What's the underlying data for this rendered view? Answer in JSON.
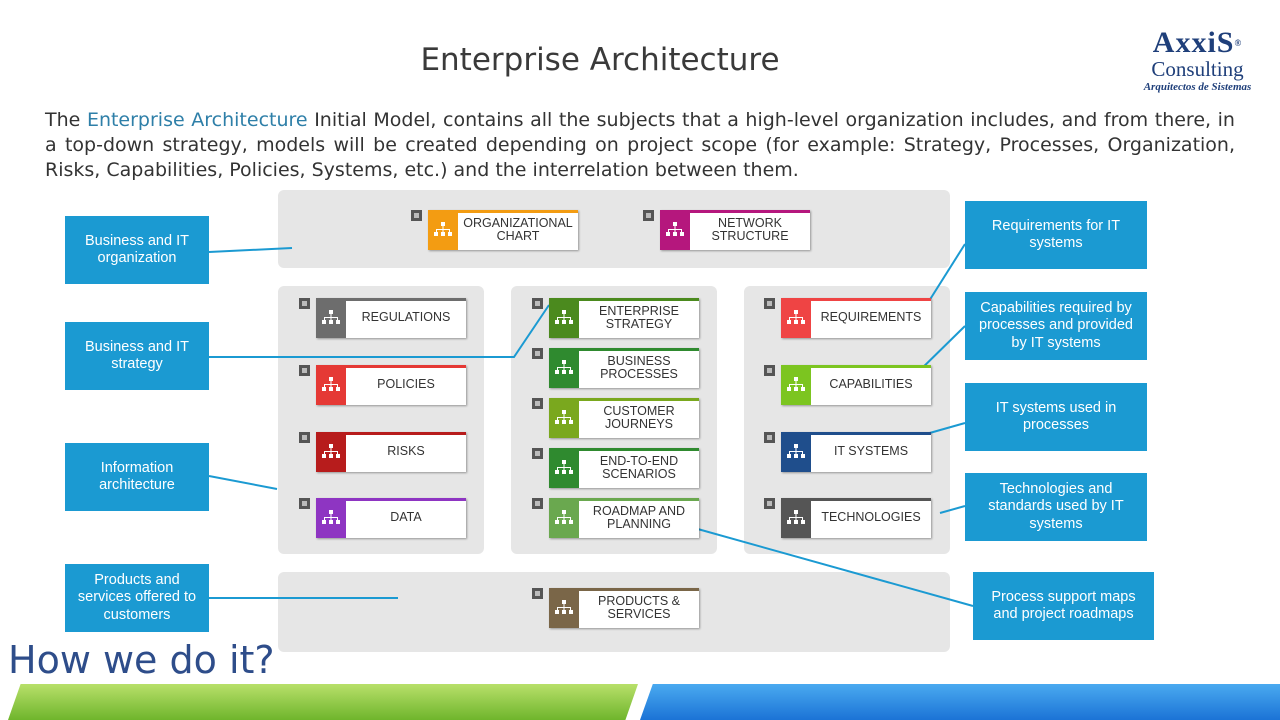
{
  "title": "Enterprise Architecture",
  "logo": {
    "line1": "AxxiS",
    "mark": "®",
    "line2": "Consulting",
    "line3": "Arquitectos de Sistemas"
  },
  "intro": {
    "before": "The ",
    "highlight": "Enterprise Architecture",
    "after": " Initial Model, contains all the subjects that a high-level organization includes, and from there, in a top-down strategy, models will be created depending on project scope (for example: Strategy, Processes, Organization, Risks, Capabilities, Policies, Systems, etc.) and the interrelation between them."
  },
  "cards": {
    "org_chart": {
      "label": "ORGANIZATIONAL CHART",
      "color": "#f39c12"
    },
    "network": {
      "label": "NETWORK STRUCTURE",
      "color": "#b5177d"
    },
    "regulations": {
      "label": "REGULATIONS",
      "color": "#6d6d6d"
    },
    "policies": {
      "label": "POLICIES",
      "color": "#e53935"
    },
    "risks": {
      "label": "RISKS",
      "color": "#b71c1c"
    },
    "data": {
      "label": "DATA",
      "color": "#8e35c2"
    },
    "strategy": {
      "label": "ENTERPRISE STRATEGY",
      "color": "#4b8a1e"
    },
    "processes": {
      "label": "BUSINESS PROCESSES",
      "color": "#2f8a2f"
    },
    "journeys": {
      "label": "CUSTOMER JOURNEYS",
      "color": "#7aa81e"
    },
    "scenarios": {
      "label": "END-TO-END SCENARIOS",
      "color": "#2f8a2f"
    },
    "roadmap": {
      "label": "ROADMAP AND PLANNING",
      "color": "#6aa84f"
    },
    "requirements": {
      "label": "REQUIREMENTS",
      "color": "#ef4444"
    },
    "capabilities": {
      "label": "CAPABILITIES",
      "color": "#7cc520"
    },
    "it_systems": {
      "label": "IT SYSTEMS",
      "color": "#1f4e8c"
    },
    "technologies": {
      "label": "TECHNOLOGIES",
      "color": "#555555"
    },
    "products": {
      "label": "PRODUCTS & SERVICES",
      "color": "#7a6648"
    }
  },
  "callouts": {
    "org": "Business and IT organization",
    "strategy": "Business and IT strategy",
    "info": "Information architecture",
    "products": "Products and services offered to customers",
    "requirements": "Requirements for IT systems",
    "capabilities": "Capabilities required by processes and provided by IT systems",
    "it_systems": "IT systems used in processes",
    "technologies": "Technologies and standards used by IT systems",
    "roadmaps": "Process support maps and project roadmaps"
  },
  "footer": {
    "heading": "How we do it?"
  },
  "colors": {
    "callout": "#1b9ad2",
    "panel": "#e6e6e6",
    "heading": "#2e4d8a"
  }
}
